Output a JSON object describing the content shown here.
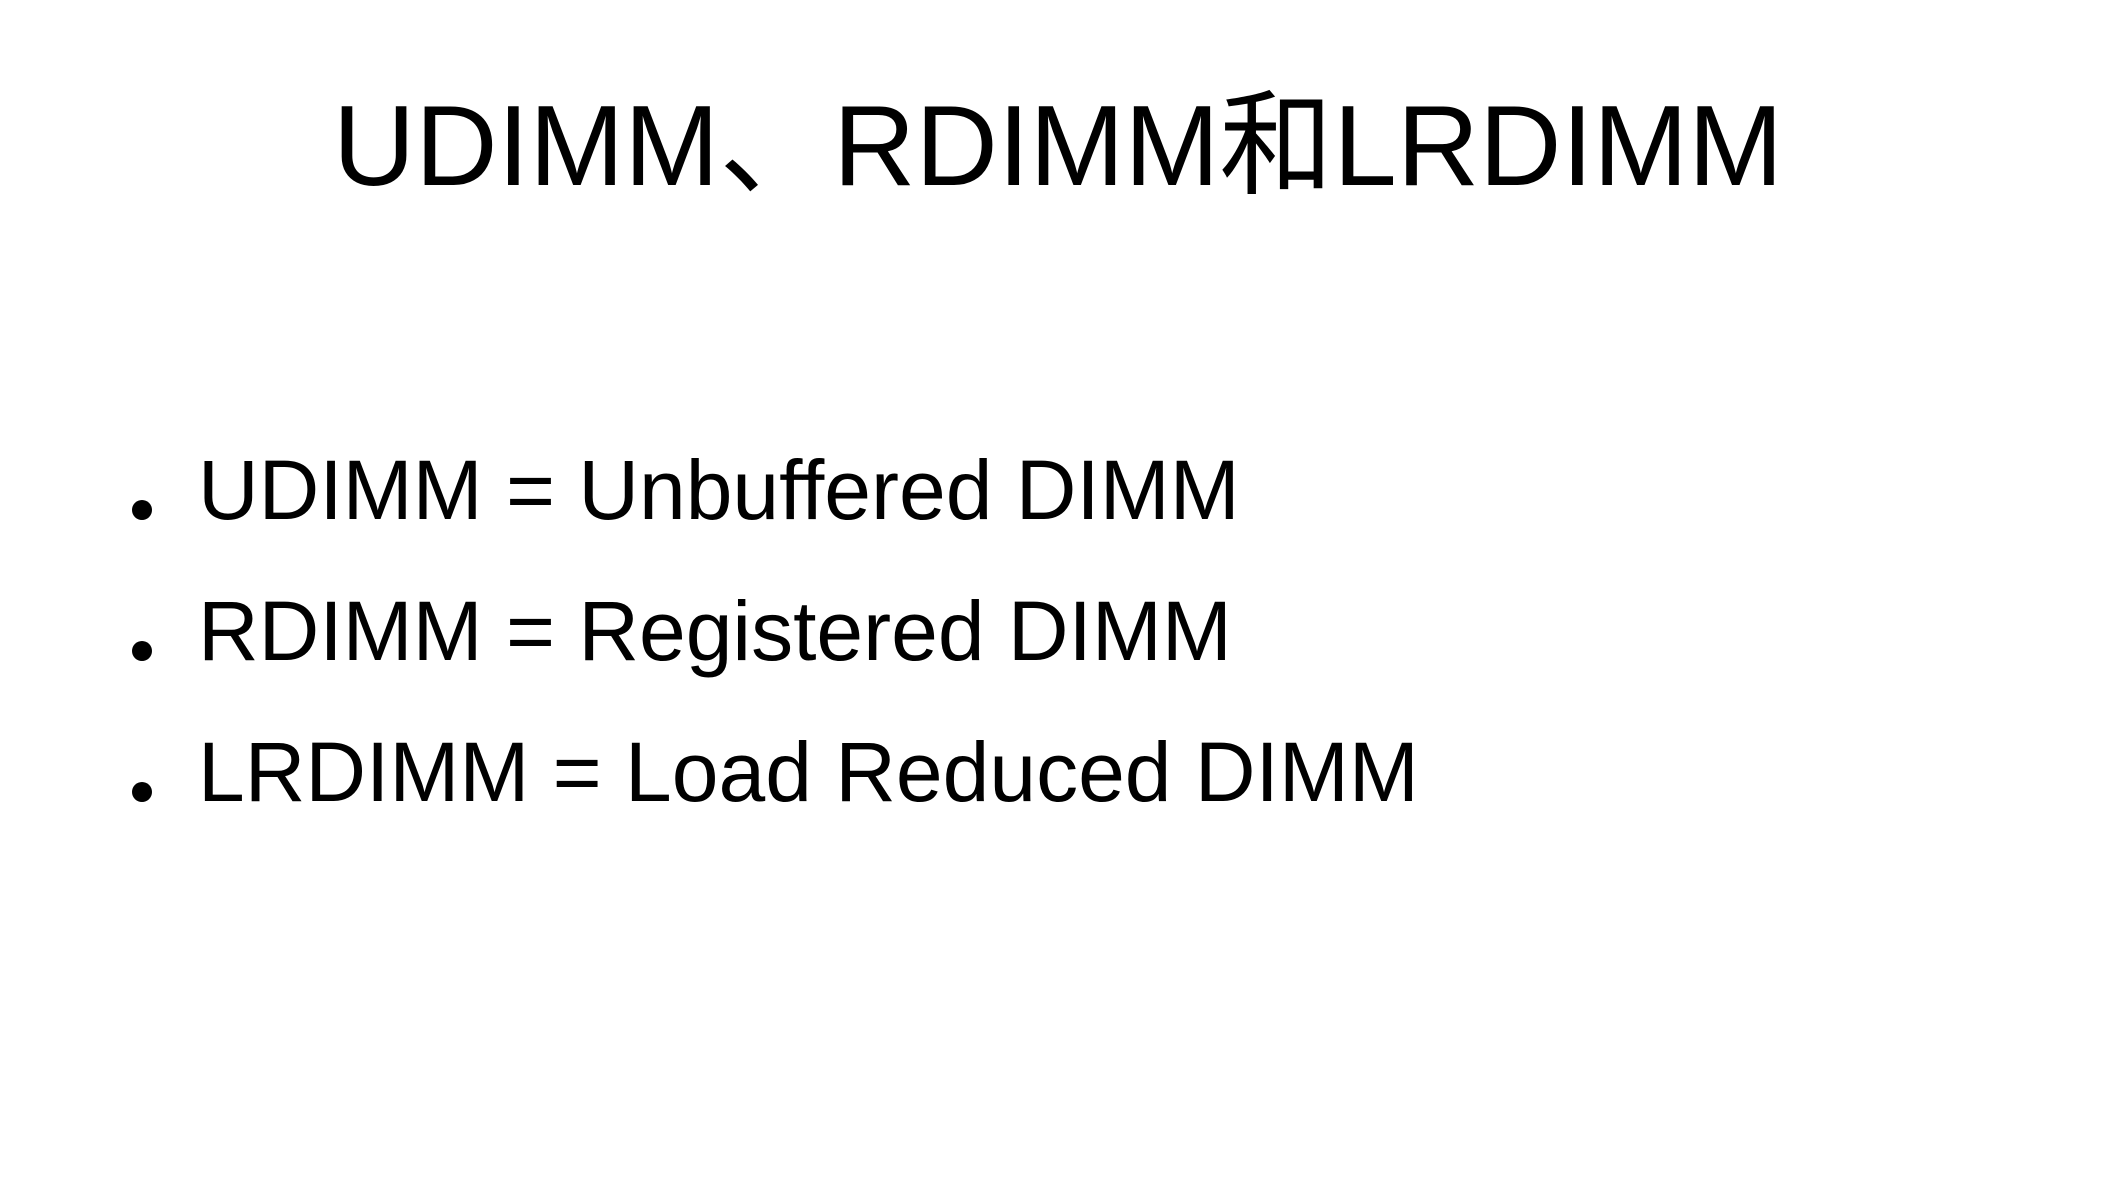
{
  "slide": {
    "title": "UDIMM、RDIMM和LRDIMM",
    "bullets": [
      "UDIMM = Unbuffered DIMM",
      "RDIMM = Registered DIMM",
      "LRDIMM = Load Reduced DIMM"
    ]
  },
  "colors": {
    "background": "#ffffff",
    "text": "#000000"
  }
}
